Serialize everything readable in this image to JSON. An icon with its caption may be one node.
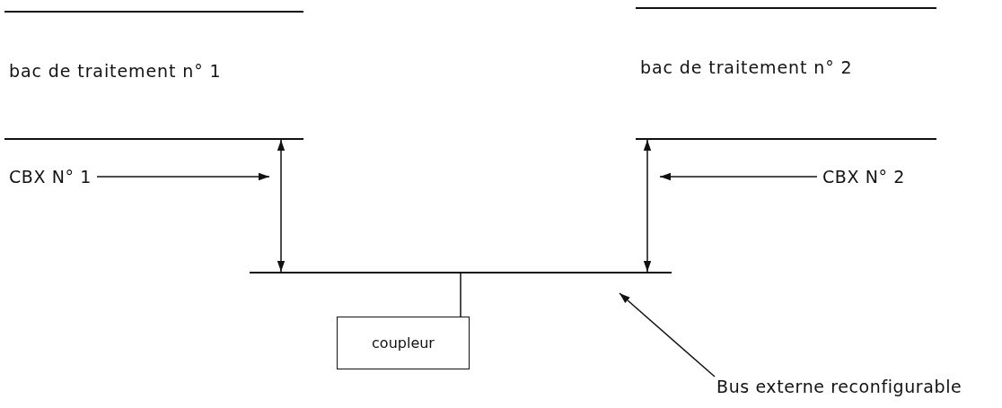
{
  "diagram": {
    "nodes": [
      {
        "text": [
          "bac de traitement n° 1"
        ]
      },
      {
        "text": [
          "bac de traitement n° 2"
        ]
      },
      {
        "text": [
          "CBX N° 1"
        ]
      },
      {
        "text": [
          "CBX N° 2"
        ]
      },
      {
        "text": [],
        "shape": "bar"
      },
      {
        "text": [
          "coupleur"
        ]
      },
      {
        "text": [
          "Bus externe reconfigurable"
        ]
      }
    ],
    "edges": [
      {
        "from": 0,
        "to": 4,
        "arrow": "both"
      },
      {
        "from": 1,
        "to": 4,
        "arrow": "both"
      },
      {
        "from": 2,
        "to": null,
        "arrow": "to"
      },
      {
        "from": 3,
        "to": null,
        "arrow": "to"
      },
      {
        "from": 4,
        "to": 5,
        "arrow": "none"
      },
      {
        "from": 6,
        "to": 4,
        "arrow": "to"
      }
    ]
  }
}
